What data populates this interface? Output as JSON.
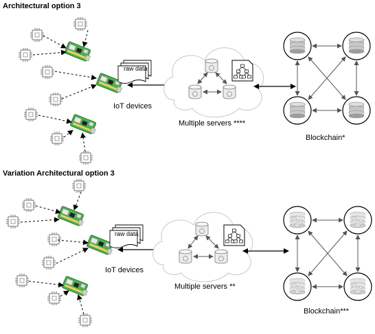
{
  "option1": {
    "title": "Architectural option 3",
    "doc_label": "raw data",
    "iot_label": "IoT devices",
    "servers_label": "Multiple servers ****",
    "blockchain_label": "Blockchain*"
  },
  "option2": {
    "title": "Variation Architectural option 3",
    "doc_label": "raw data",
    "iot_label": "IoT devices",
    "servers_label": "Multiple servers **",
    "blockchain_label": "Blockchain***"
  },
  "colors": {
    "board_green": "#4caf50",
    "board_dark": "#2e7d32",
    "node_gray": "#c8c8c8",
    "node_dark": "#9e9e9e",
    "line": "#000000",
    "gray_arrow": "#555555"
  },
  "icons": {
    "sensor": "microchip-icon",
    "device": "raspberry-pi-icon",
    "server": "database-icon",
    "network": "network-hierarchy-icon",
    "document": "document-stack-icon",
    "block": "blockchain-node-icon"
  }
}
